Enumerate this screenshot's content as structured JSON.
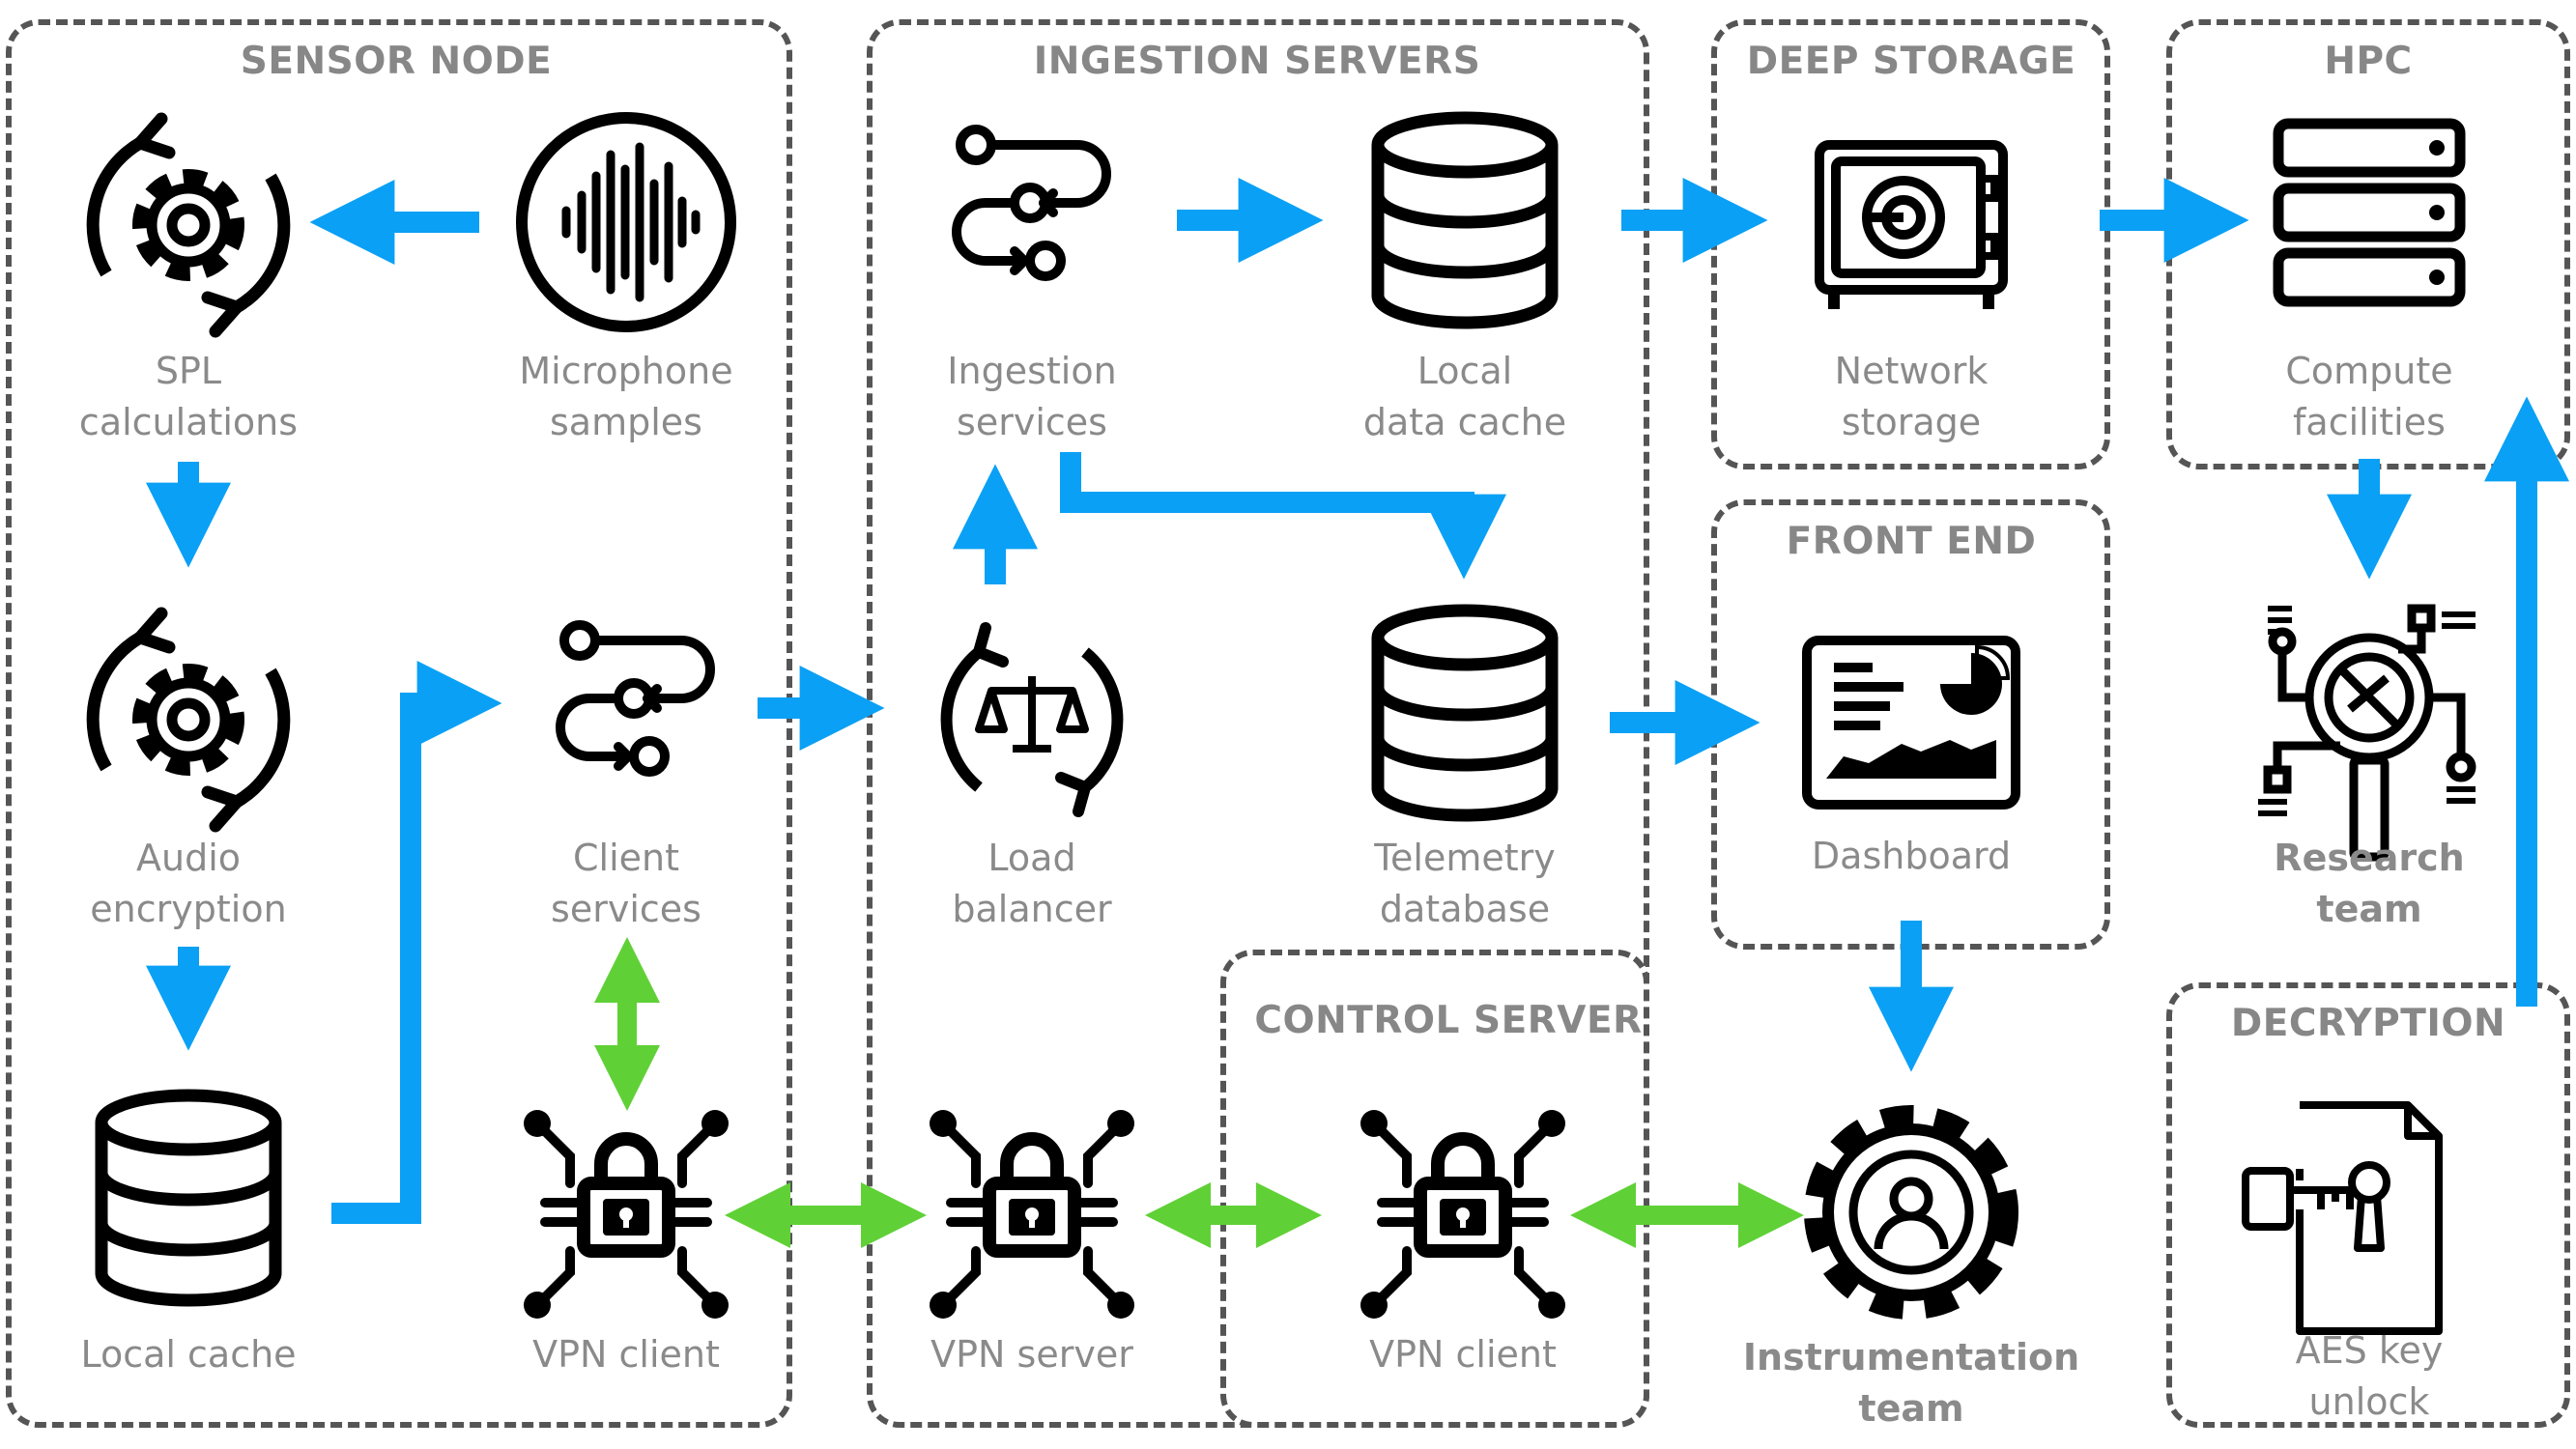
{
  "colors": {
    "flow_arrow": "#0aa0f5",
    "vpn_arrow": "#5fd136",
    "border": "#555555",
    "label": "#8a8a8a",
    "icon": "#000000"
  },
  "panels": {
    "sensor_node": "SENSOR NODE",
    "ingestion_servers": "INGESTION SERVERS",
    "deep_storage": "DEEP STORAGE",
    "hpc": "HPC",
    "front_end": "FRONT END",
    "control_server": "CONTROL SERVER",
    "decryption": "DECRYPTION"
  },
  "nodes": {
    "spl": {
      "icon": "gear-cycle-icon",
      "lines": [
        "SPL",
        "calculations"
      ]
    },
    "microphone": {
      "icon": "soundwave-icon",
      "lines": [
        "Microphone",
        "samples"
      ]
    },
    "audio_encryption": {
      "icon": "gear-cycle-icon",
      "lines": [
        "Audio",
        "encryption"
      ]
    },
    "client_services": {
      "icon": "workflow-icon",
      "lines": [
        "Client",
        "services"
      ]
    },
    "local_cache": {
      "icon": "database-icon",
      "lines": [
        "Local cache"
      ]
    },
    "vpn_client_sensor": {
      "icon": "circuit-lock-icon",
      "lines": [
        "VPN client"
      ]
    },
    "ingestion_services": {
      "icon": "workflow-icon",
      "lines": [
        "Ingestion",
        "services"
      ]
    },
    "local_data_cache": {
      "icon": "database-icon",
      "lines": [
        "Local",
        "data cache"
      ]
    },
    "load_balancer": {
      "icon": "scale-cycle-icon",
      "lines": [
        "Load",
        "balancer"
      ]
    },
    "telemetry_database": {
      "icon": "database-icon",
      "lines": [
        "Telemetry",
        "database"
      ]
    },
    "vpn_server": {
      "icon": "circuit-lock-icon",
      "lines": [
        "VPN server"
      ]
    },
    "vpn_client_control": {
      "icon": "circuit-lock-icon",
      "lines": [
        "VPN client"
      ]
    },
    "network_storage": {
      "icon": "safe-icon",
      "lines": [
        "Network",
        "storage"
      ]
    },
    "dashboard": {
      "icon": "dashboard-icon",
      "lines": [
        "Dashboard"
      ]
    },
    "instrumentation_team": {
      "icon": "gear-person-icon",
      "lines": [
        "Instrumentation",
        "team"
      ]
    },
    "compute_facilities": {
      "icon": "server-rack-icon",
      "lines": [
        "Compute",
        "facilities"
      ]
    },
    "research_team": {
      "icon": "research-icon",
      "lines": [
        "Research",
        "team"
      ]
    },
    "aes_key": {
      "icon": "key-document-icon",
      "lines": [
        "AES key",
        "unlock"
      ]
    }
  }
}
